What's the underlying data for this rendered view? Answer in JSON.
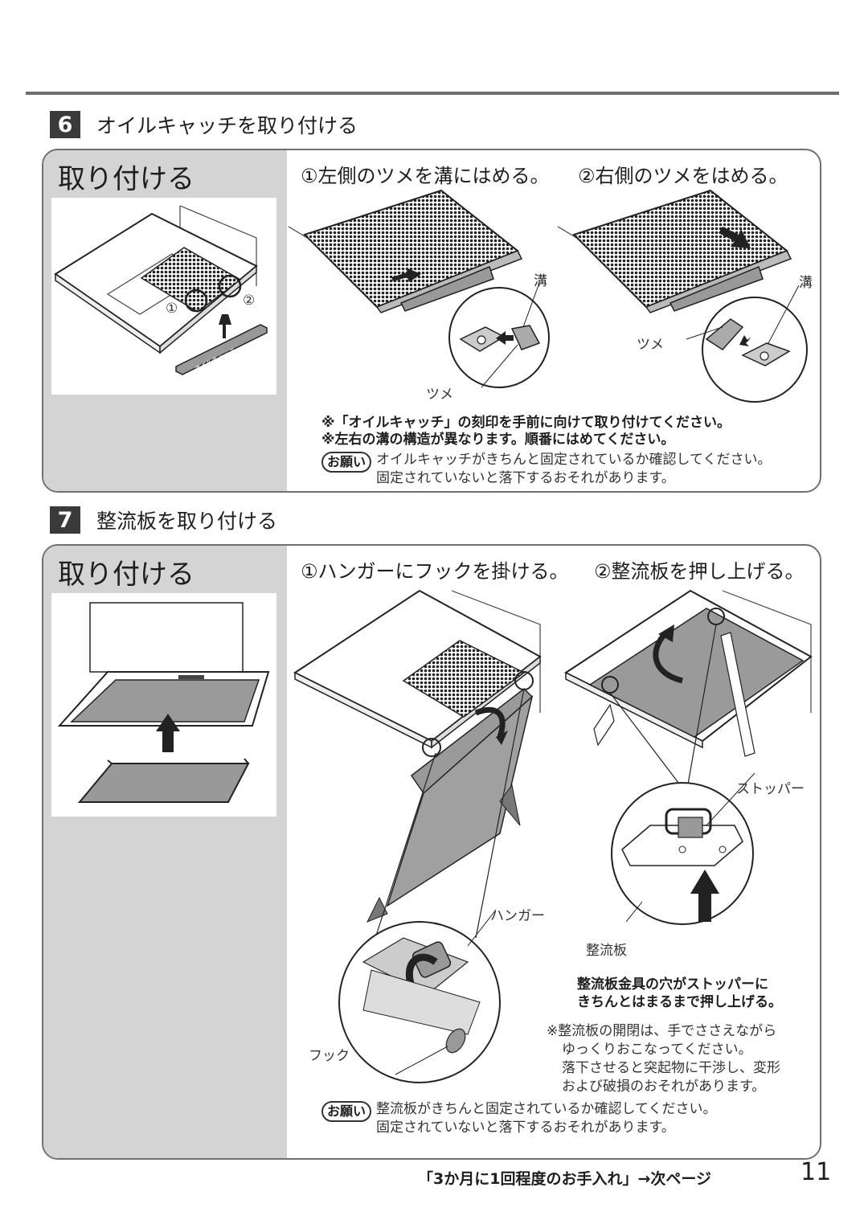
{
  "section6": {
    "number": "6",
    "title": "オイルキャッチを取り付ける",
    "panel_label": "取り付ける",
    "left_callouts": {
      "circle1": "①",
      "circle2": "②",
      "engraving": "オイルキャッチ"
    },
    "step1": "①左側のツメを溝にはめる。",
    "step2": "②右側のツメをはめる。",
    "callout_groove_left": "溝",
    "callout_tab_left": "ツメ",
    "callout_groove_right": "溝",
    "callout_tab_right": "ツメ",
    "notes": [
      "※「オイルキャッチ」の刻印を手前に向けて取り付けてください。",
      "※左右の溝の構造が異なります。順番にはめてください。"
    ],
    "request_badge": "お願い",
    "request_lines": [
      "オイルキャッチがきちんと固定されているか確認してください。",
      "固定されていないと落下するおそれがあります。"
    ]
  },
  "section7": {
    "number": "7",
    "title": "整流板を取り付ける",
    "panel_label": "取り付ける",
    "step1": "①ハンガーにフックを掛ける。",
    "step2": "②整流板を押し上げる。",
    "callout_stopper": "ストッパー",
    "callout_hanger": "ハンガー",
    "callout_plate": "整流板",
    "callout_hook": "フック",
    "bold_note": [
      "整流板金具の穴がストッパーに",
      "きちんとはまるまで押し上げる。"
    ],
    "caution": [
      "※整流板の開閉は、手でささえながら",
      "ゆっくりおこなってください。",
      "落下させると突起物に干渉し、変形",
      "および破損のおそれがあります。"
    ],
    "request_badge": "お願い",
    "request_lines": [
      "整流板がきちんと固定されているか確認してください。",
      "固定されていないと落下するおそれがあります。"
    ]
  },
  "footer": {
    "next_link": "「3か月に1回程度のお手入れ」→次ページ",
    "page_number": "11"
  }
}
